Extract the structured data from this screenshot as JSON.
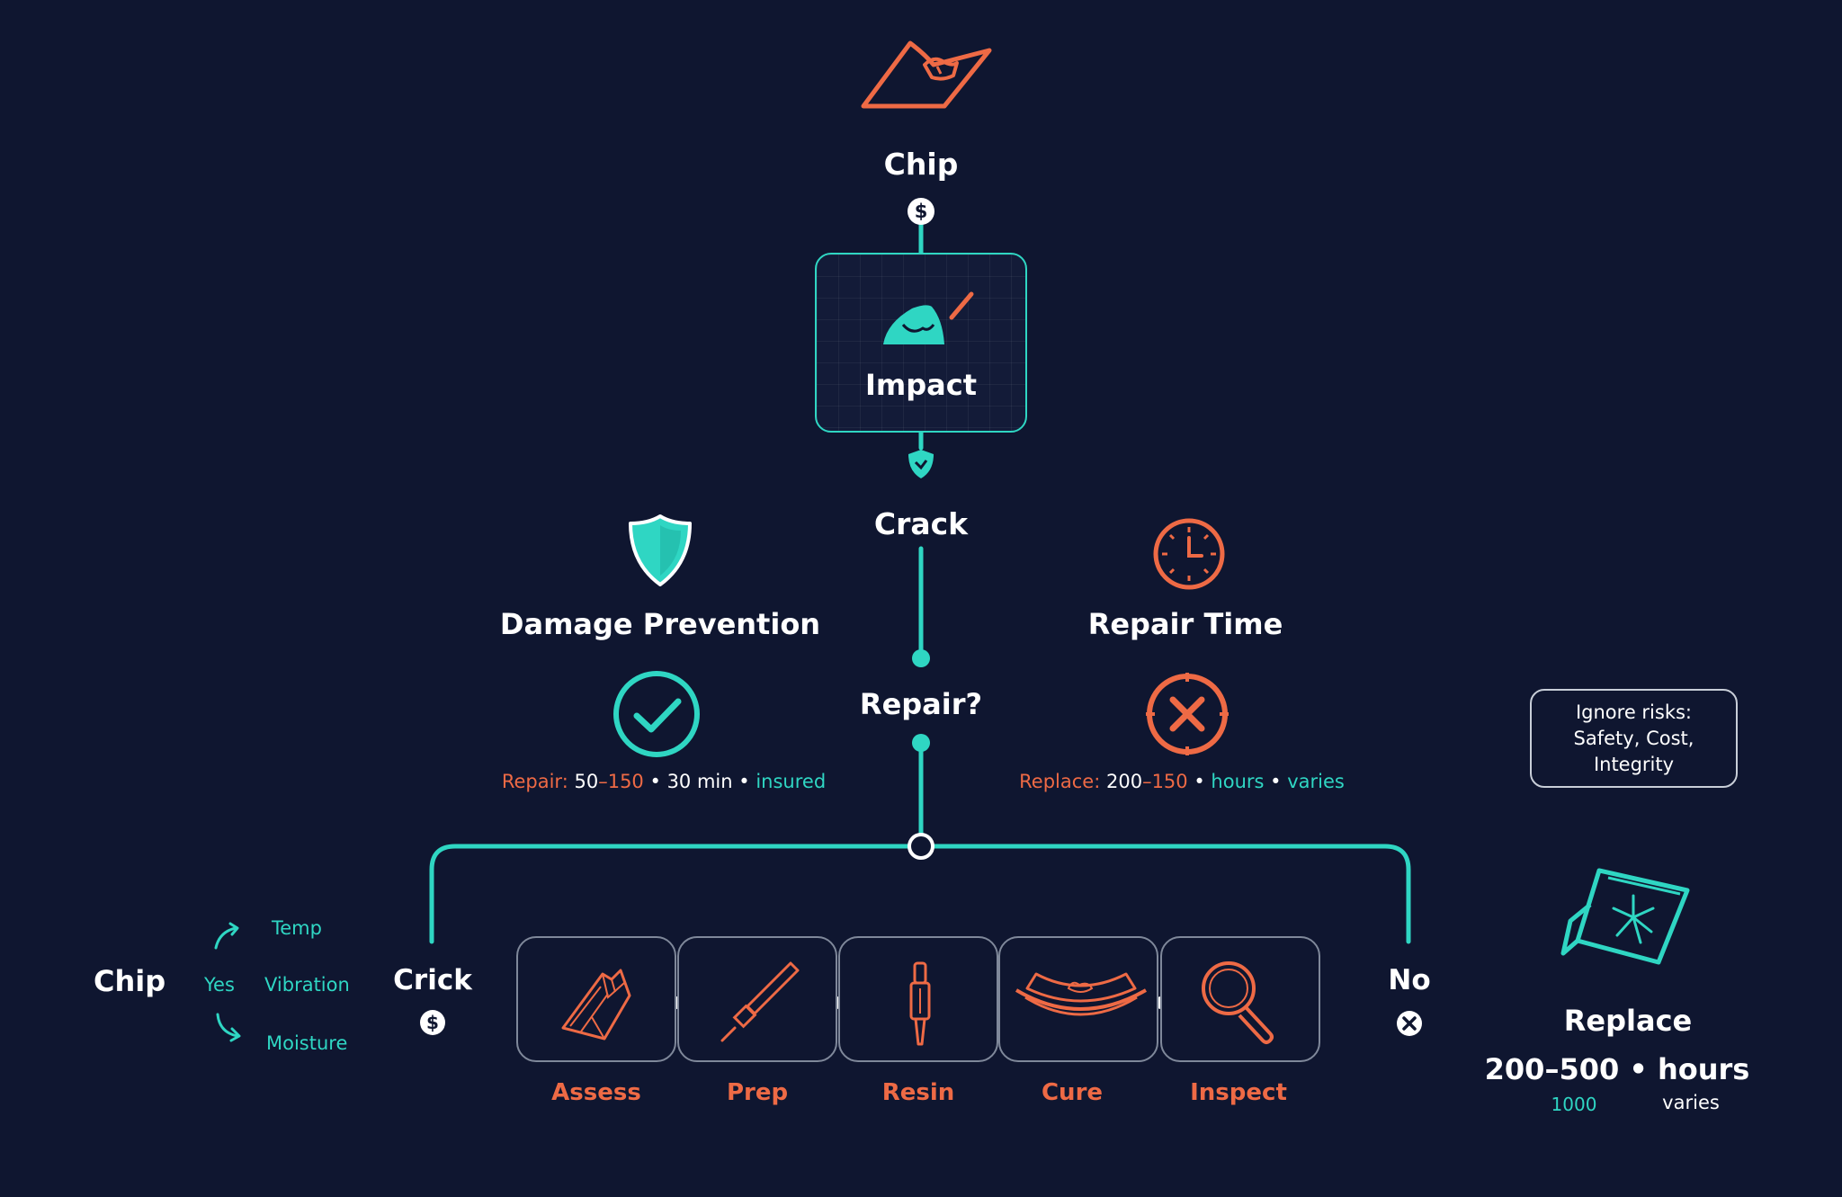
{
  "flow": {
    "top_chip": "Chip",
    "impact": "Impact",
    "crack": "Crack",
    "repair_question": "Repair?",
    "damage_prevention": "Damage Prevention",
    "repair_time": "Repair Time"
  },
  "repair_info": {
    "label": "Repair:",
    "cost_a": "50",
    "cost_b": "–150",
    "sep1": "•",
    "time": "30 min",
    "sep2": "•",
    "status": "insured"
  },
  "replace_info": {
    "label": "Replace:",
    "cost_a": "200",
    "cost_b": "–150",
    "sep1": "•",
    "time": "hours",
    "sep2": "•",
    "status": "varies"
  },
  "note": {
    "line1": "Ignore risks:",
    "line2": "Safety, Cost,",
    "line3": "Integrity"
  },
  "left_branch": {
    "chip": "Chip",
    "yes": "Yes",
    "factors": [
      "Temp",
      "Vibration",
      "Moisture"
    ],
    "crick": "Crick"
  },
  "steps": [
    {
      "label": "Assess",
      "icon": "broken-glass-icon"
    },
    {
      "label": "Prep",
      "icon": "injector-pen-icon"
    },
    {
      "label": "Resin",
      "icon": "resin-syringe-icon"
    },
    {
      "label": "Cure",
      "icon": "uv-cure-lamp-icon"
    },
    {
      "label": "Inspect",
      "icon": "magnifier-icon"
    }
  ],
  "no_branch": {
    "label": "No"
  },
  "replace_panel": {
    "title": "Replace",
    "stats": "200–500 • hours",
    "sub_left": "1000",
    "sub_right": "varies"
  },
  "colors": {
    "background": "#0f1630",
    "teal": "#2fd6c3",
    "orange": "#ee6a45",
    "border_gray": "#7f889a"
  }
}
